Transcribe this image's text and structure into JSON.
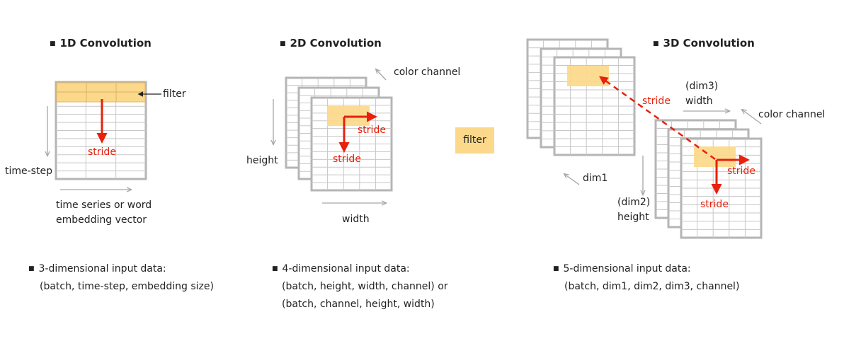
{
  "conv1d": {
    "title": "1D Convolution",
    "filter_label": "filter",
    "stride_label": "stride",
    "axis_vertical": "time-step",
    "axis_horizontal_line1": "time series or word",
    "axis_horizontal_line2": "embedding vector",
    "desc_line1": "3-dimensional input data:",
    "desc_line2": "(batch, time-step, embedding size)"
  },
  "conv2d": {
    "title": "2D Convolution",
    "depth_label": "color channel",
    "height_label": "height",
    "width_label": "width",
    "stride_right_label": "stride",
    "stride_down_label": "stride",
    "desc_line1": "4-dimensional input data:",
    "desc_line2": "(batch, height, width, channel) or",
    "desc_line3": "(batch, channel, height, width)"
  },
  "legend": {
    "filter_label": "filter"
  },
  "conv3d": {
    "title": "3D Convolution",
    "dim1_label": "dim1",
    "dim3_label_line1": "(dim3)",
    "dim3_label_line2": "width",
    "dim2_label_line1": "(dim2)",
    "dim2_label_line2": "height",
    "depth_label": "color channel",
    "stride_diag_label": "stride",
    "stride_right_label": "stride",
    "stride_down_label": "stride",
    "desc_line1": "5-dimensional input data:",
    "desc_line2": "(batch, dim1, dim2, dim3, channel)"
  },
  "colors": {
    "grid": "#c7c7c7",
    "grid_border": "#b5b5b5",
    "filter_fill": "#fcd98a",
    "stride": "#e8200c",
    "axis_arrow": "#a6a6a6"
  }
}
